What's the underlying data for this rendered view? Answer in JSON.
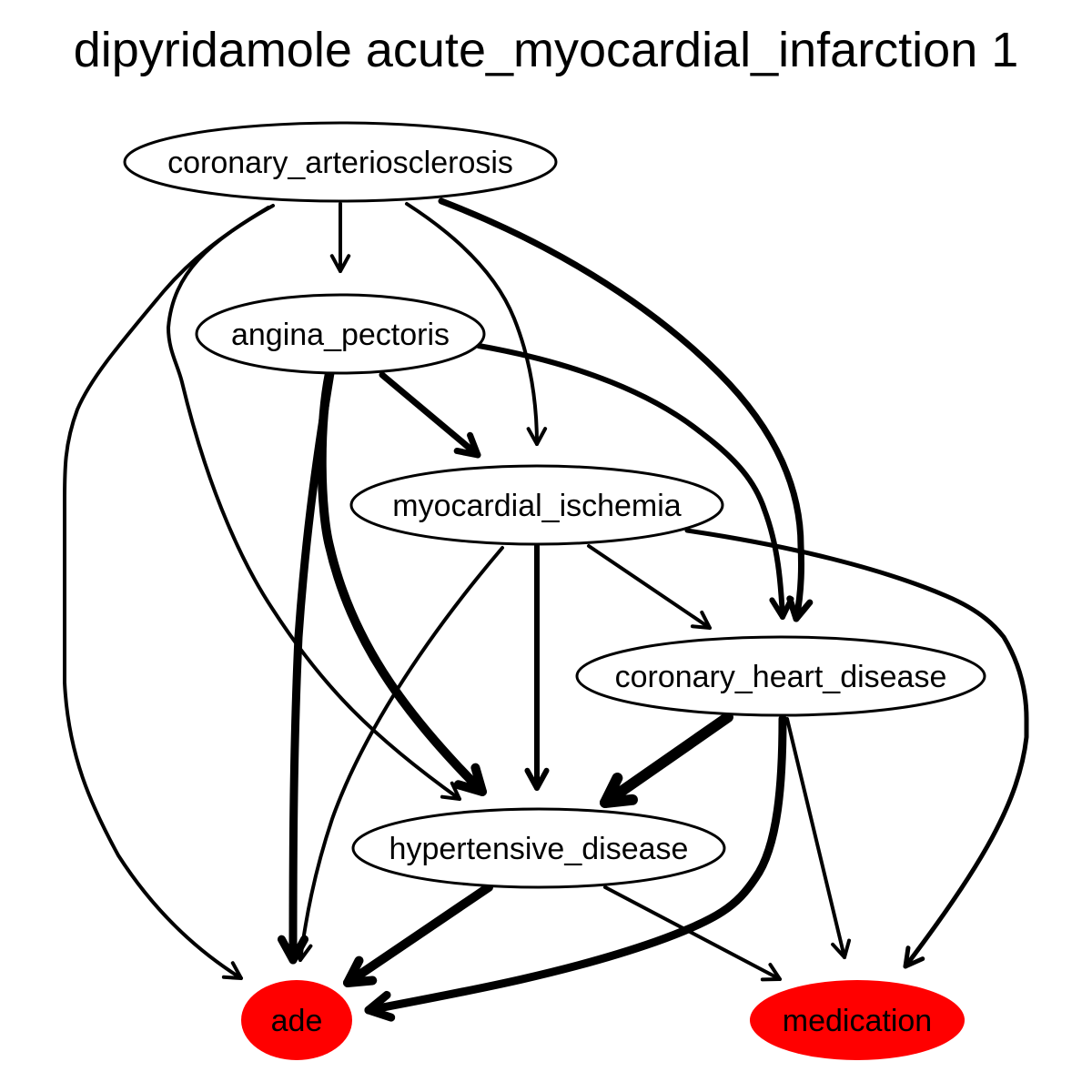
{
  "title": "dipyridamole acute_myocardial_infarction 1",
  "nodes": {
    "coronary_arteriosclerosis": {
      "label": "coronary_arteriosclerosis",
      "fill": "#ffffff"
    },
    "angina_pectoris": {
      "label": "angina_pectoris",
      "fill": "#ffffff"
    },
    "myocardial_ischemia": {
      "label": "myocardial_ischemia",
      "fill": "#ffffff"
    },
    "coronary_heart_disease": {
      "label": "coronary_heart_disease",
      "fill": "#ffffff"
    },
    "hypertensive_disease": {
      "label": "hypertensive_disease",
      "fill": "#ffffff"
    },
    "ade": {
      "label": "ade",
      "fill": "#ff0000"
    },
    "medication": {
      "label": "medication",
      "fill": "#ff0000"
    }
  },
  "edges": [
    {
      "from": "coronary_arteriosclerosis",
      "to": "angina_pectoris"
    },
    {
      "from": "coronary_arteriosclerosis",
      "to": "myocardial_ischemia"
    },
    {
      "from": "coronary_arteriosclerosis",
      "to": "coronary_heart_disease"
    },
    {
      "from": "coronary_arteriosclerosis",
      "to": "hypertensive_disease"
    },
    {
      "from": "coronary_arteriosclerosis",
      "to": "ade"
    },
    {
      "from": "angina_pectoris",
      "to": "myocardial_ischemia"
    },
    {
      "from": "angina_pectoris",
      "to": "coronary_heart_disease"
    },
    {
      "from": "angina_pectoris",
      "to": "hypertensive_disease"
    },
    {
      "from": "angina_pectoris",
      "to": "ade"
    },
    {
      "from": "myocardial_ischemia",
      "to": "coronary_heart_disease"
    },
    {
      "from": "myocardial_ischemia",
      "to": "hypertensive_disease"
    },
    {
      "from": "myocardial_ischemia",
      "to": "ade"
    },
    {
      "from": "myocardial_ischemia",
      "to": "medication"
    },
    {
      "from": "coronary_heart_disease",
      "to": "hypertensive_disease"
    },
    {
      "from": "coronary_heart_disease",
      "to": "ade"
    },
    {
      "from": "coronary_heart_disease",
      "to": "medication"
    },
    {
      "from": "hypertensive_disease",
      "to": "ade"
    },
    {
      "from": "hypertensive_disease",
      "to": "medication"
    }
  ]
}
